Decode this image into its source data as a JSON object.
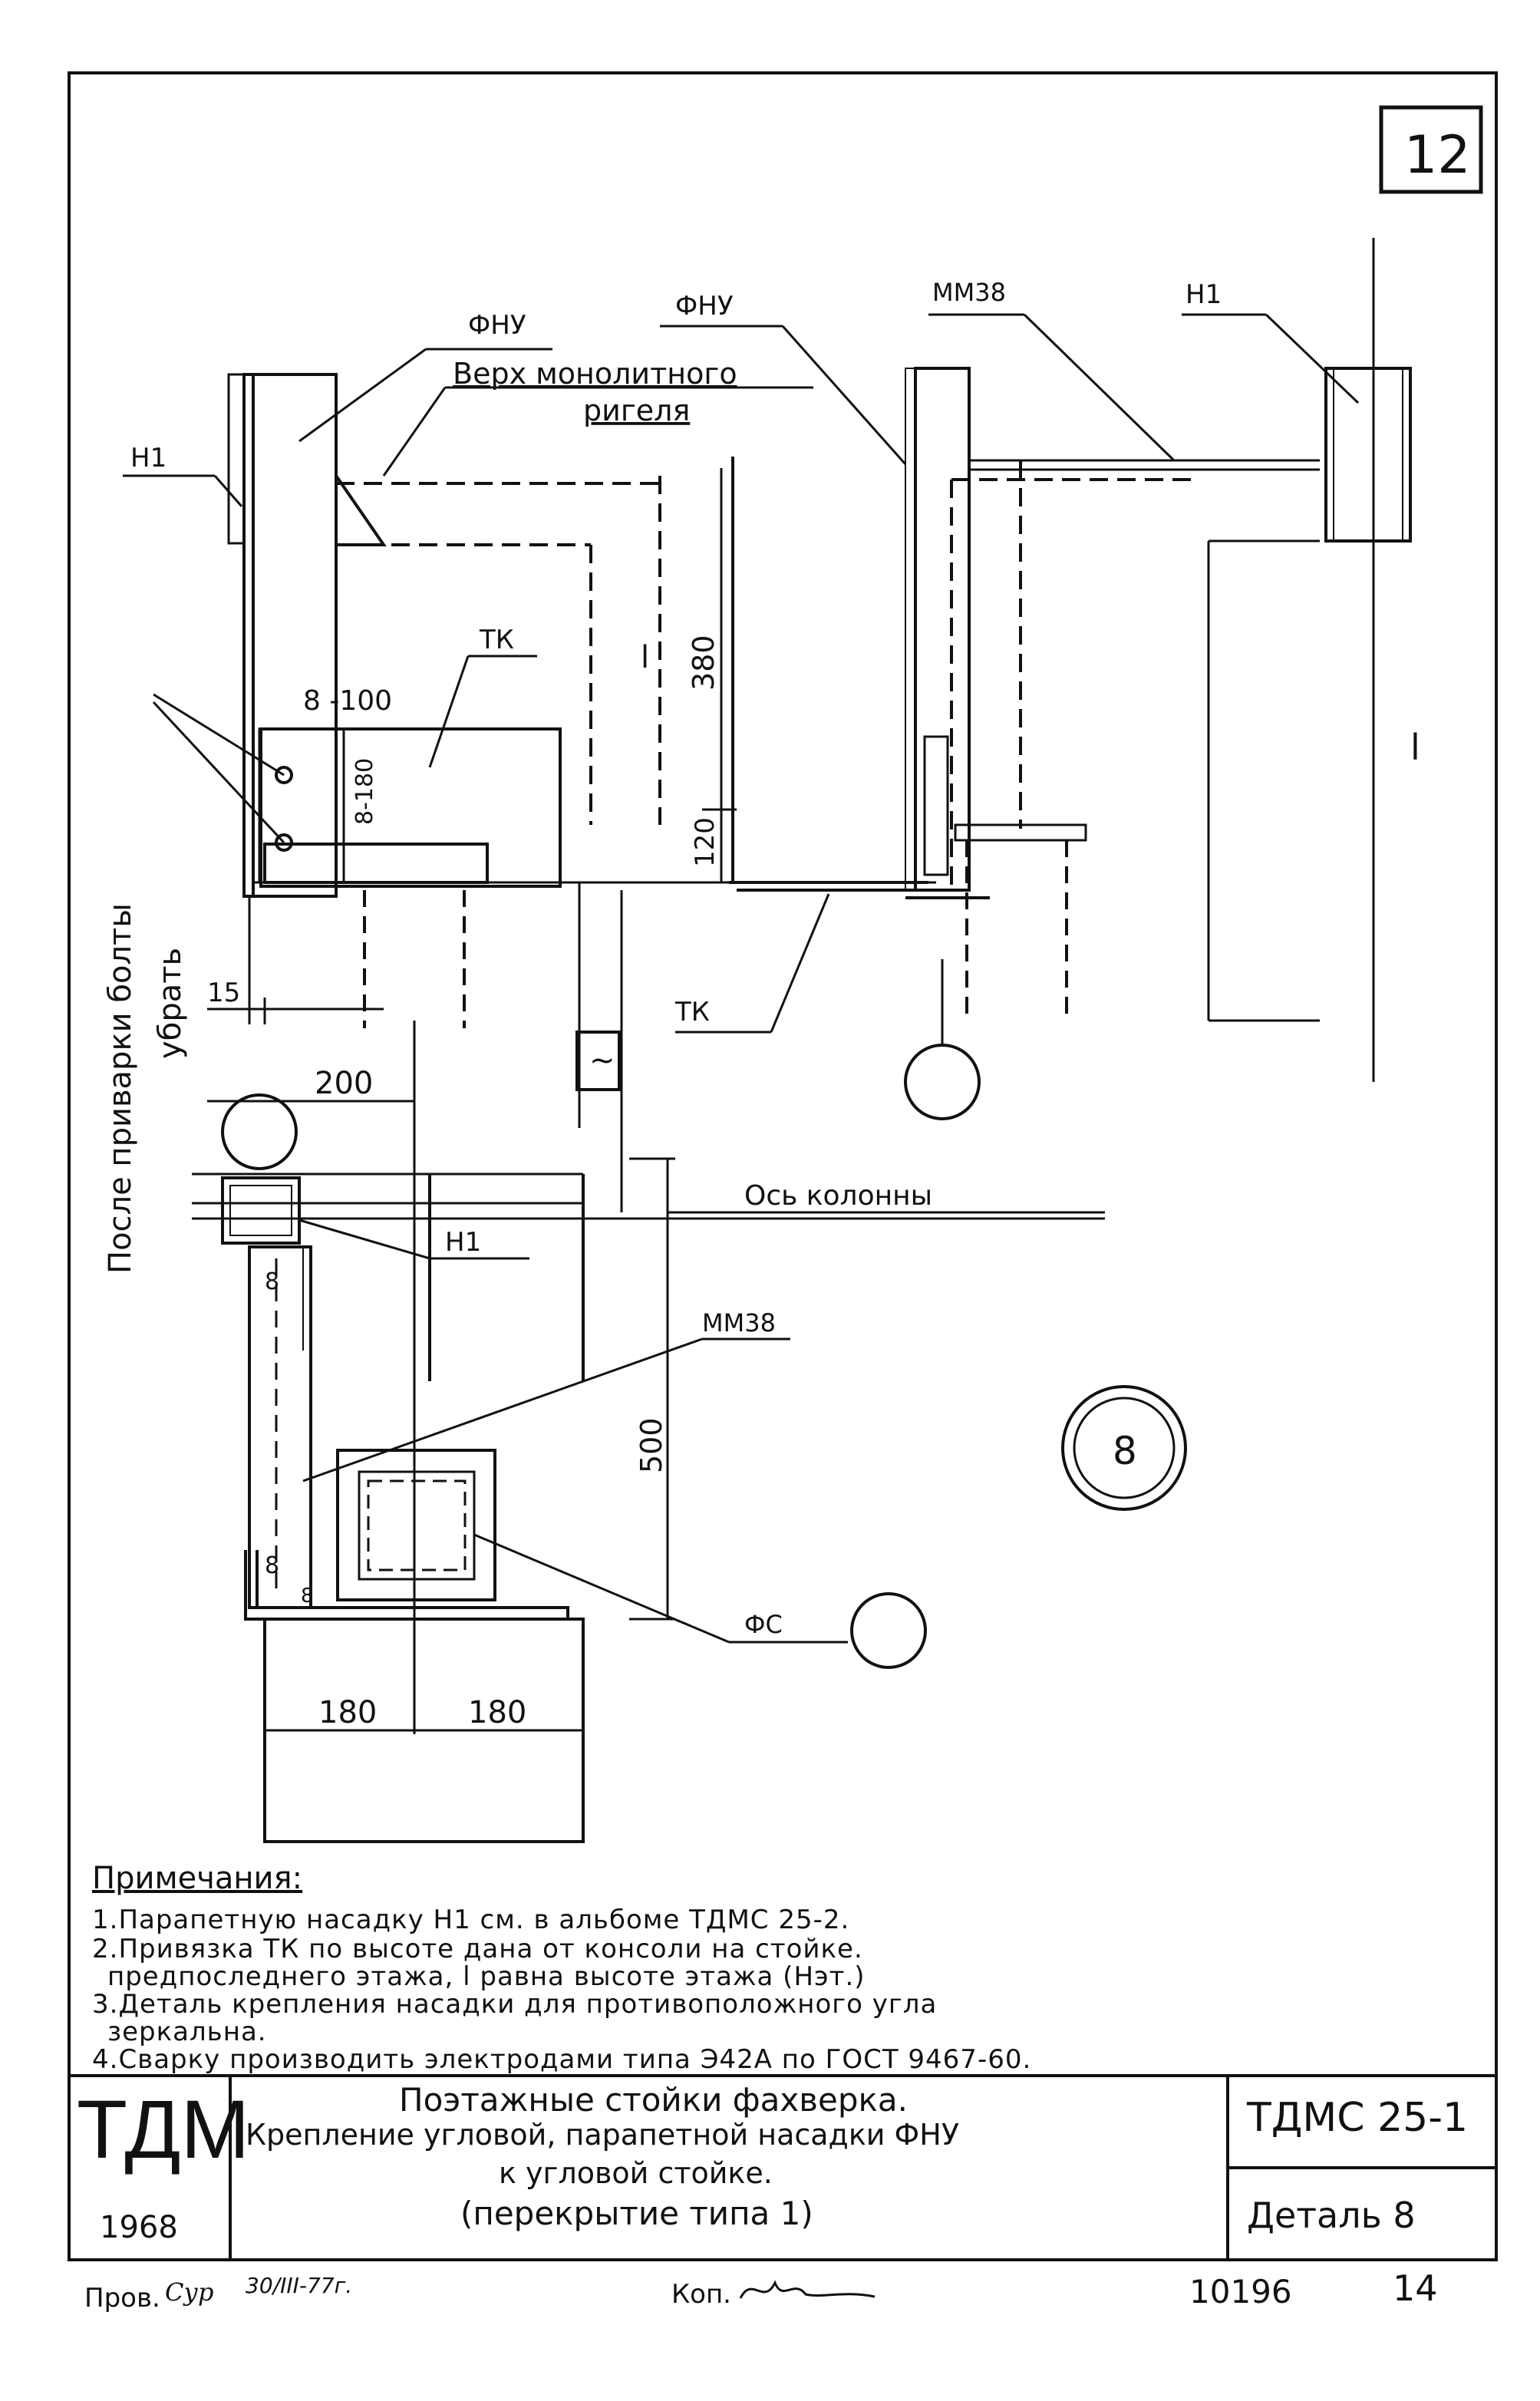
{
  "sheet_number": "12",
  "detail_mark": "8",
  "labels": {
    "fnu_left": "ФНУ",
    "fnu_right": "ФНУ",
    "mm38_top": "ММ38",
    "mm38_lower": "ММ38",
    "h1_left": "Н1",
    "h1_right": "Н1",
    "h1_lower": "Н1",
    "girder_line1": "Верх монолитного",
    "girder_line2": "ригеля",
    "tk_left": "ТК",
    "tk_right": "ТК",
    "column_axis": "Ось колонны",
    "fs": "ФС",
    "vertical_note_line1": "После приварки болты",
    "vertical_note_line2": "убрать"
  },
  "dimensions": {
    "d380": "380",
    "d120": "120",
    "d500": "500",
    "d15": "15",
    "d200": "200",
    "d180_left": "180",
    "d180_right": "180",
    "d8_100": "8 -100",
    "d8_180": "8-180",
    "weld_8_a": "8",
    "weld_8_b": "8",
    "weld_8_c": "8",
    "l_mark": "l",
    "l_mark_b": "l",
    "tilde": "~"
  },
  "notes": {
    "title": "Примечания:",
    "items": [
      "1.Парапетную насадку Н1 см. в альбоме ТДМС 25-2.",
      "2.Привязка ТК по высоте дана от консоли на стойке.",
      "предпоследнего этажа, l равна высоте этажа (Нэт.)",
      "3.Деталь крепления насадки для противоположного угла",
      "зеркальна.",
      "4.Сварку производить электродами типа Э42А по ГОСТ 9467-60."
    ]
  },
  "title_block": {
    "org": "ТДМ",
    "year": "1968",
    "title_lines": [
      "Поэтажные стойки фахверка.",
      "Крепление угловой, парапетной насадки ФНУ",
      "к угловой стойке.",
      "(перекрытие типа 1)"
    ],
    "series": "ТДМС 25-1",
    "detail": "Деталь 8"
  },
  "footer": {
    "checked": "Пров.",
    "checked_sign": "Сур",
    "checked_date": "30/III-77г.",
    "copied": "Коп.",
    "inventory": "10196",
    "page": "14"
  }
}
